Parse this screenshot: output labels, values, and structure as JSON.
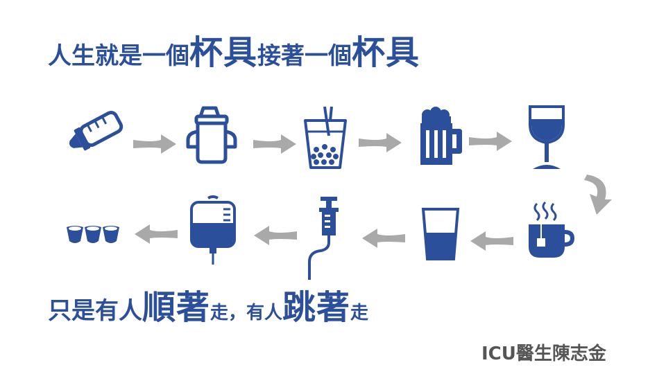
{
  "headline": {
    "part1": "人生就是一個",
    "emph1": "杯具",
    "part2": "接著一個",
    "emph2": "杯具"
  },
  "tagline": {
    "part1": "只是有人",
    "emph1": "順著",
    "part2": "走，有人",
    "emph2": "跳著",
    "part3": "走"
  },
  "credit": "ICU醫生陳志金",
  "colors": {
    "primary": "#2b4f9a",
    "arrow": "#a9a9a9",
    "text_gray": "#555555"
  },
  "stages": [
    "baby-bottle-icon",
    "sippy-cup-icon",
    "bubble-tea-icon",
    "beer-mug-icon",
    "wine-glass-icon",
    "tea-cup-icon",
    "water-glass-icon",
    "syringe-icon",
    "iv-drip-icon",
    "three-small-cups-icon"
  ]
}
